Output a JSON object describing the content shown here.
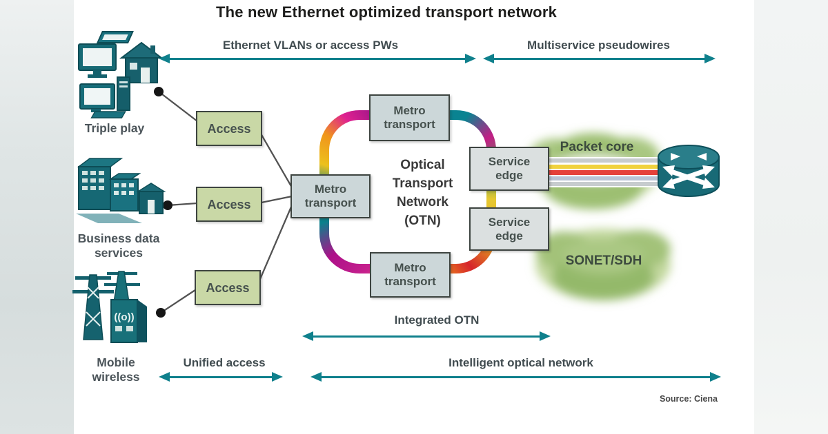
{
  "title": "The new Ethernet optimized transport network",
  "source_note": "Source: Ciena",
  "arrows": {
    "ethernet_vlans": "Ethernet VLANs or access PWs",
    "multiservice": "Multiservice pseudowires",
    "unified_access": "Unified access",
    "integrated_otn": "Integrated OTN",
    "intelligent_optical": "Intelligent optical network"
  },
  "endpoints": {
    "triple_play": {
      "label": "Triple play"
    },
    "business_data": {
      "line1": "Business data",
      "line2": "services"
    },
    "mobile_wireless": {
      "line1": "Mobile",
      "line2": "wireless"
    }
  },
  "nodes": {
    "access": {
      "label": "Access"
    },
    "metro_transport": {
      "line1": "Metro",
      "line2": "transport"
    },
    "service_edge": {
      "line1": "Service",
      "line2": "edge"
    },
    "otn": {
      "line1": "Optical",
      "line2": "Transport",
      "line3": "Network",
      "line4": "(OTN)"
    },
    "packet_core": {
      "label": "Packet core"
    },
    "sonet_sdh": {
      "label": "SONET/SDH"
    }
  },
  "icons": {
    "triple_play": "computers-and-home-icon",
    "business_data": "office-buildings-icon",
    "mobile_wireless": "cell-towers-icon",
    "core_router": "router-icon"
  },
  "colors": {
    "arrow_teal": "#0f808c",
    "icon_teal": "#176a76",
    "access_green": "#c9d8a6",
    "node_gray": "#ccd7d9",
    "service_gray": "#dbe0e0",
    "cloud_green": "#a5c47c",
    "ring_magenta": "#c21d85",
    "ring_yellow": "#e6c832",
    "ring_red": "#d6252b",
    "border_dark": "#3d4440"
  }
}
